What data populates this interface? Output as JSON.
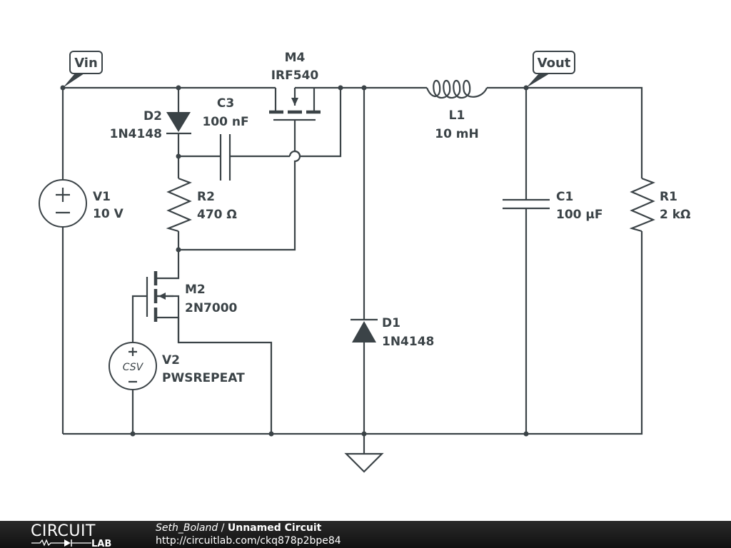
{
  "schematic": {
    "net_labels": {
      "vin": "Vin",
      "vout": "Vout"
    },
    "components": {
      "V1": {
        "name": "V1",
        "value": "10 V"
      },
      "D2": {
        "name": "D2",
        "value": "1N4148"
      },
      "C3": {
        "name": "C3",
        "value": "100 nF"
      },
      "M4": {
        "name": "M4",
        "value": "IRF540"
      },
      "R2": {
        "name": "R2",
        "value": "470 Ω"
      },
      "M2": {
        "name": "M2",
        "value": "2N7000"
      },
      "V2": {
        "name": "V2",
        "value": "PWSREPEAT",
        "symbol_text": "CSV"
      },
      "L1": {
        "name": "L1",
        "value": "10 mH"
      },
      "D1": {
        "name": "D1",
        "value": "1N4148"
      },
      "C1": {
        "name": "C1",
        "value": "100 µF"
      },
      "R1": {
        "name": "R1",
        "value": "2 kΩ"
      }
    },
    "colors": {
      "wire": "#3b4347",
      "background": "#ffffff"
    }
  },
  "footer": {
    "logo_top": "CIRCUIT",
    "logo_bottom": "LAB",
    "author": "Seth_Boland",
    "separator": " / ",
    "circuit_title": "Unnamed Circuit",
    "url": "http://circuitlab.com/ckq878p2bpe84"
  }
}
